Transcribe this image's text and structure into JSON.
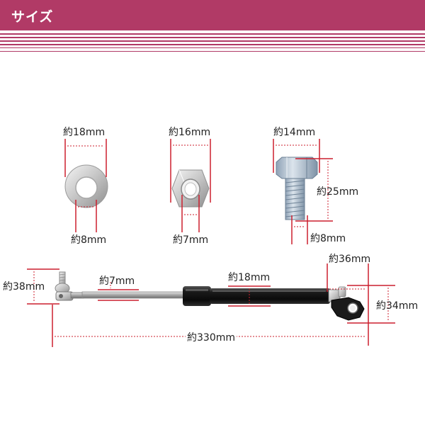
{
  "header": {
    "title": "サイズ"
  },
  "colors": {
    "accent": "#b13a66",
    "dimension_line": "#cc1f2e"
  },
  "washer": {
    "outer_label": "約18mm",
    "inner_label": "約8mm"
  },
  "nut": {
    "outer_label": "約16mm",
    "inner_label": "約7mm"
  },
  "bolt": {
    "head_label": "約14mm",
    "length_label": "約25mm",
    "thread_label": "約8mm"
  },
  "gas_strut": {
    "ball_joint_label": "約38mm",
    "rod_label": "約7mm",
    "body_label": "約18mm",
    "bracket_width_label": "約36mm",
    "bracket_height_label": "約34mm",
    "total_length_label": "約330mm"
  }
}
